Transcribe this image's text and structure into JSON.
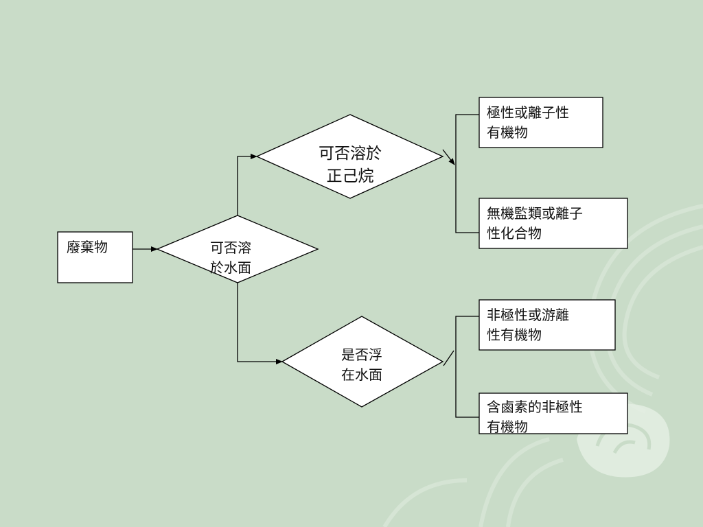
{
  "colors": {
    "background": "#c9dcc8",
    "box_fill": "#ffffff",
    "stroke": "#000000"
  },
  "nodes": {
    "waste": "廢棄物",
    "q_float_on_water": "可否溶\n於水面",
    "q_hexane": "可否溶於\n正己烷",
    "q_float": "是否浮\n在水面",
    "r_polar_organic": "極性或離子性\n有機物",
    "r_inorganic": "無機監類或離子\n性化合物",
    "r_nonpolar_organic": "非極性或游離\n性有機物",
    "r_halogen": "含鹵素的非極性\n有機物"
  }
}
